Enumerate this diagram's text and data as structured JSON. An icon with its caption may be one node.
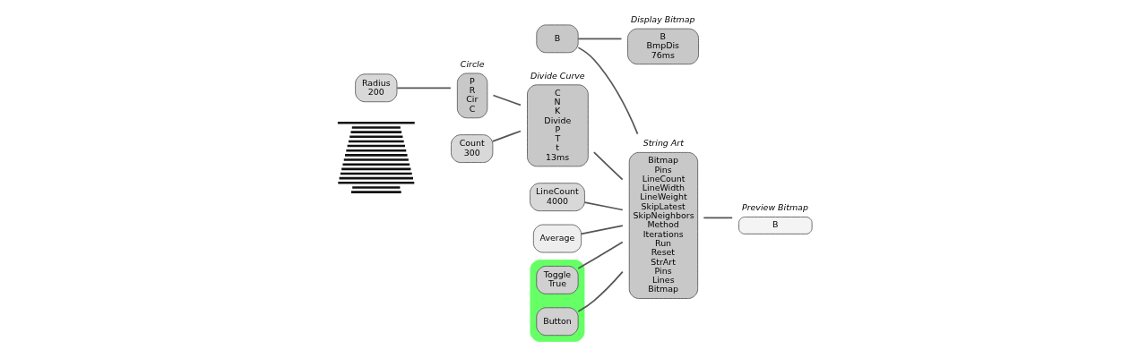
{
  "diagram": {
    "nodes": [
      {
        "text": [],
        "shape": "picture"
      },
      {
        "text": [
          "B"
        ]
      },
      {
        "text": [
          "B",
          "BmpDis",
          "76ms"
        ],
        "beside": [
          "Display Bitmap"
        ]
      },
      {
        "text": [
          "P",
          "R",
          "Cir",
          "C"
        ],
        "beside": [
          "Circle"
        ]
      },
      {
        "text": [
          "Radius",
          "200"
        ]
      },
      {
        "text": [
          "Count",
          "300"
        ]
      },
      {
        "text": [
          "C",
          "N",
          "K",
          "Divide",
          "P",
          "T",
          "t",
          "13ms"
        ],
        "beside": [
          "Divide Curve"
        ]
      },
      {
        "text": [
          "LineCount",
          "4000"
        ]
      },
      {
        "text": [
          "Average"
        ]
      },
      {
        "text": [],
        "shape": "box"
      },
      {
        "text": [
          "Toggle",
          "True"
        ],
        "in": 9
      },
      {
        "text": [
          "Button"
        ],
        "in": 9
      },
      {
        "text": [
          "Bitmap",
          "Pins",
          "LineCount",
          "LineWidth",
          "LineWeight",
          "SkipLatest",
          "SkipNeighbors",
          "Method",
          "Iterations",
          "Run",
          "Reset",
          "StrArt",
          "Pins",
          "Lines",
          "Bitmap"
        ],
        "beside": [
          "String Art"
        ]
      },
      {
        "text": [
          "B"
        ],
        "beside": [
          "Preview Bitmap"
        ]
      }
    ],
    "edges": [
      {
        "from": 1,
        "to": 2,
        "arrow": "none"
      },
      {
        "from": 1,
        "to": 12,
        "arrow": "none"
      },
      {
        "from": 4,
        "to": 3,
        "arrow": "none"
      },
      {
        "from": 3,
        "to": 6,
        "arrow": "none"
      },
      {
        "from": 5,
        "to": 6,
        "arrow": "none"
      },
      {
        "from": 6,
        "to": 12,
        "arrow": "none"
      },
      {
        "from": 7,
        "to": 12,
        "arrow": "none"
      },
      {
        "from": 8,
        "to": 12,
        "arrow": "none"
      },
      {
        "from": 10,
        "to": 12,
        "arrow": "none"
      },
      {
        "from": 11,
        "to": 12,
        "arrow": "none"
      },
      {
        "from": 12,
        "to": 13,
        "arrow": "none"
      }
    ]
  }
}
